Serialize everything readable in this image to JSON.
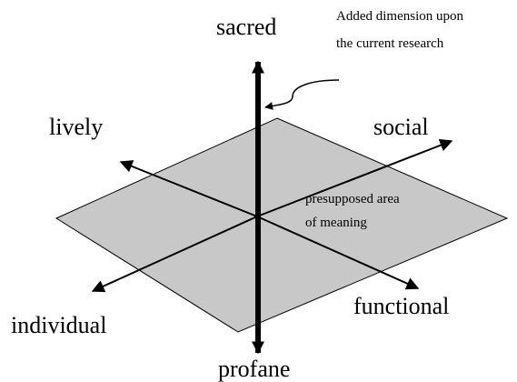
{
  "labels": {
    "sacred": "sacred",
    "profane": "profane",
    "lively": "lively",
    "social": "social",
    "individual": "individual",
    "functional": "functional"
  },
  "annotation": {
    "line1": "Added dimension upon",
    "line2": "the current research"
  },
  "area_label": {
    "line1": "presupposed area",
    "line2": "of meaning"
  },
  "colors": {
    "plane_fill": "#c8c8c8",
    "stroke": "#000000"
  }
}
